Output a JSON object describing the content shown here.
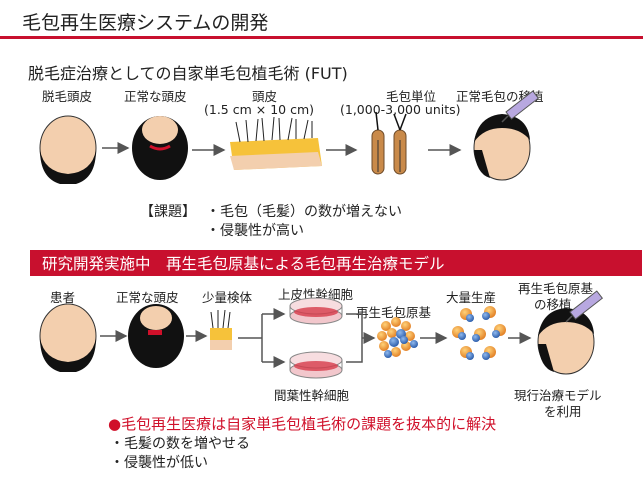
{
  "title": "毛包再生医療システムの開発",
  "section1": {
    "heading": "脱毛症治療としての自家単毛包植毛術 (FUT)",
    "labels": {
      "bald_scalp": "脱毛頭皮",
      "normal_scalp": "正常な頭皮",
      "scalp": "頭皮",
      "scalp_size": "(1.5 cm × 10 cm)",
      "follicle_unit": "毛包単位",
      "follicle_count": "(1,000-3,000 units)",
      "transplant": "正常毛包の移植"
    },
    "issues": {
      "prefix": "【課題】",
      "item1": "・毛包（毛髪）の数が増えない",
      "item2": "・侵襲性が高い"
    }
  },
  "banner": "研究開発実施中　再生毛包原基による毛包再生治療モデル",
  "section2": {
    "labels": {
      "patient": "患者",
      "normal_scalp": "正常な頭皮",
      "small_sample": "少量検体",
      "epithelial": "上皮性幹細胞",
      "mesenchymal": "間葉性幹細胞",
      "germ": "再生毛包原基",
      "mass_production": "大量生産",
      "germ_transplant_1": "再生毛包原基",
      "germ_transplant_2": "の移植",
      "current_1": "現行治療モデル",
      "current_2": "を利用"
    },
    "summary": {
      "headline": "●毛包再生医療は自家単毛包植毛術の課題を抜本的に解決",
      "point1": "・毛髪の数を増やせる",
      "point2": "・侵襲性が低い"
    }
  },
  "colors": {
    "accent_red": "#c8102e",
    "skin": "#f3cfae",
    "hair": "#111111",
    "cell_orange": "#f2a23a",
    "cell_blue": "#3a78c9"
  },
  "icons": [
    "arrow-right-icon",
    "syringe-icon",
    "bald-head-icon",
    "follicle-icon",
    "petri-dish-icon",
    "cell-cluster-icon"
  ]
}
